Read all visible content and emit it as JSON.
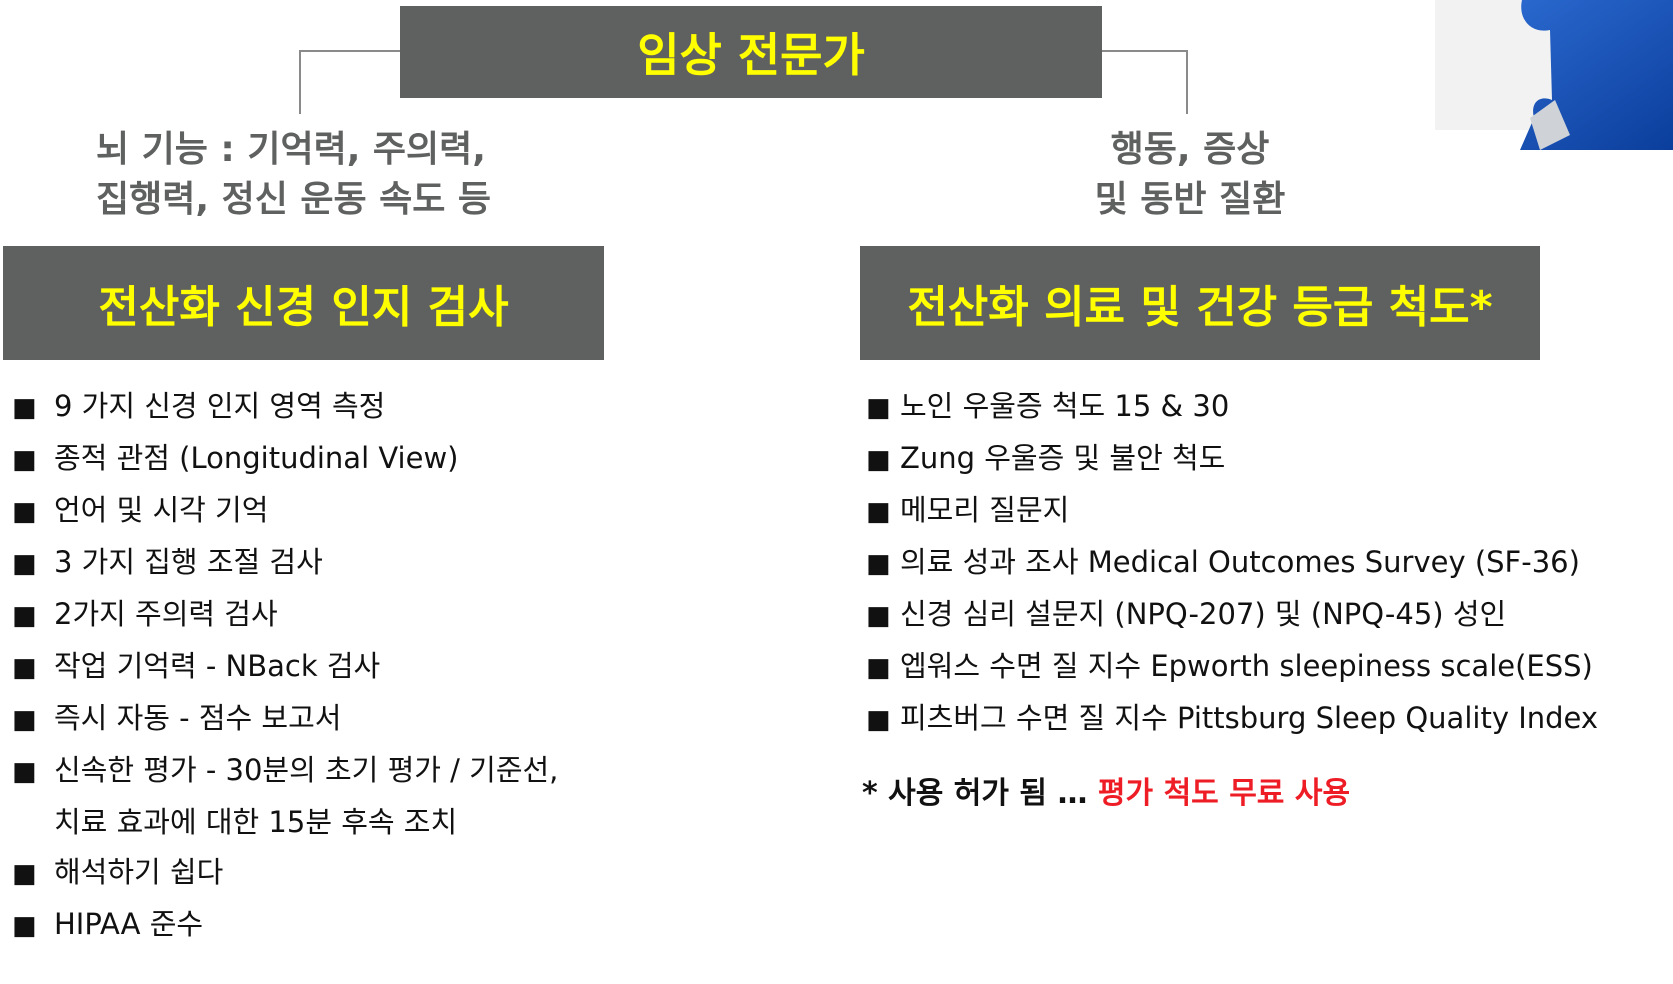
{
  "header": {
    "title": "임상 전문가"
  },
  "left": {
    "subtitle": [
      "뇌 기능 : 기억력, 주의력,",
      "집행력, 정신 운동 속도 등"
    ],
    "banner": "전산화 신경 인지 검사",
    "bullet_symbol": "■",
    "items": [
      "9 가지 신경 인지 영역 측정",
      "종적 관점 (Longitudinal View)",
      "언어 및 시각 기억",
      "3 가지 집행 조절 검사",
      "2가지 주의력 검사",
      "작업 기억력 - NBack 검사",
      "즉시 자동 - 점수 보고서",
      "신속한 평가 - 30분의 초기 평가 / 기준선,",
      "해석하기 쉽다",
      "HIPAA 준수"
    ],
    "continuation": "치료 효과에 대한 15분 후속 조치"
  },
  "right": {
    "subtitle": [
      "행동, 증상",
      "및 동반 질환"
    ],
    "banner": "전산화  의료 및 건강 등급 척도*",
    "bullet_symbol": "■",
    "items": [
      "노인 우울증 척도 15 & 30",
      "Zung 우울증 및 불안 척도",
      "메모리 질문지",
      "의료 성과 조사 Medical Outcomes Survey (SF-36)",
      "신경 심리 설문지 (NPQ-207) 및 (NPQ-45) 성인",
      "엡워스 수면 질 지수 Epworth sleepiness scale(ESS)",
      "피츠버그 수면 질 지수 Pittsburg Sleep Quality Index"
    ]
  },
  "note": {
    "prefix": "* 사용 허가 됨 … ",
    "highlight": "평가 척도 무료 사용",
    "highlight_color": "#ee1c24"
  },
  "colors": {
    "banner_bg": "#5f6060",
    "banner_text": "#ffff00",
    "subtitle_text": "#5f6060"
  },
  "decoration": {
    "icon": "puzzle-piece-icon"
  }
}
